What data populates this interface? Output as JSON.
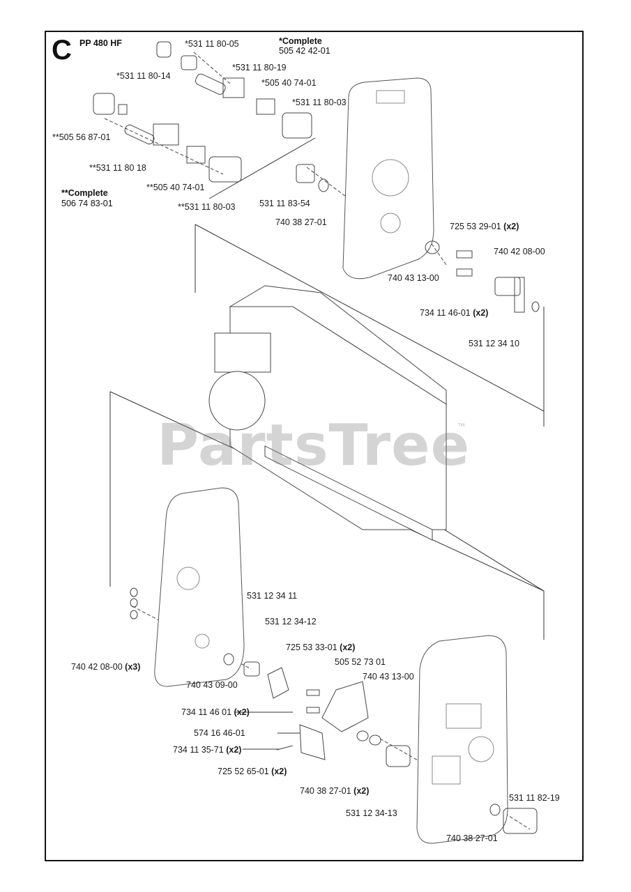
{
  "section": {
    "letter": "C",
    "model": "PP 480 HF"
  },
  "notes": {
    "single": {
      "title": "*Complete",
      "number": "505 42 42-01"
    },
    "double": {
      "title": "**Complete",
      "number": "506 74 83-01"
    }
  },
  "parts": [
    "*531 11 80-05",
    "*531 11 80-14",
    "*531 11 80-19",
    "*505 40 74-01",
    "*531 11 80-03",
    "**505 56 87-01",
    "**531 11 80 18",
    "**505 40 74-01",
    "**531 11 80-03",
    "531 11 83-54",
    "740 38 27-01",
    "725 53 29-01",
    "740 42 08-00",
    "740 43 13-00",
    "734 11 46-01",
    "531 12 34 10",
    "531 12 34 11",
    "531 12 34-12",
    "725 53 33-01",
    "505 52 73 01",
    "740 43 13-00",
    "740 42 08-00",
    "740 43 09-00",
    "734 11 46 01",
    "574 16 46-01",
    "734 11 35-71",
    "725 52 65-01",
    "740 38 27-01",
    "531 12 34-13",
    "531 11 82-19",
    "740 38 27-01"
  ],
  "quantities": {
    "x2": "(x2)",
    "x3": "(x3)"
  },
  "watermark": {
    "text": "PartsTree",
    "tm": "™"
  }
}
